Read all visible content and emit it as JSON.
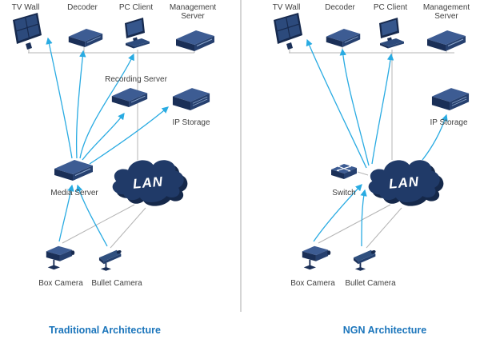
{
  "colors": {
    "device_navy": "#203a68",
    "device_dark": "#1a2f57",
    "device_mid": "#26406f",
    "device_light": "#3d5c93",
    "accent_cyan": "#29abe2",
    "line_gray": "#b5b5b5",
    "title_blue": "#1b75bb",
    "label_gray": "#404040"
  },
  "left": {
    "title": "Traditional Architecture",
    "labels": {
      "tv_wall": "TV Wall",
      "decoder": "Decoder",
      "pc_client": "PC Client",
      "management_line1": "Management",
      "management_line2": "Server",
      "recording_server": "Recording Server",
      "ip_storage": "IP Storage",
      "media_server": "Media Server",
      "lan": "LAN",
      "box_camera": "Box Camera",
      "bullet_camera": "Bullet Camera"
    }
  },
  "right": {
    "title": "NGN Architecture",
    "labels": {
      "tv_wall": "TV Wall",
      "decoder": "Decoder",
      "pc_client": "PC Client",
      "management_line1": "Management",
      "management_line2": "Server",
      "ip_storage": "IP Storage",
      "switch": "Switch",
      "lan": "LAN",
      "box_camera": "Box Camera",
      "bullet_camera": "Bullet Camera"
    }
  }
}
